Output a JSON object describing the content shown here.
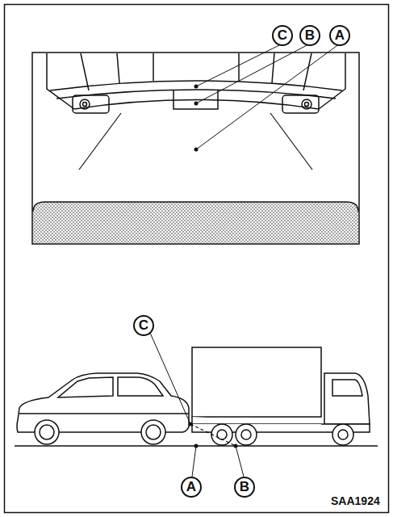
{
  "diagram": {
    "labels": [
      "C",
      "B",
      "A",
      "C",
      "A",
      "B",
      "SAA1924"
    ]
  }
}
